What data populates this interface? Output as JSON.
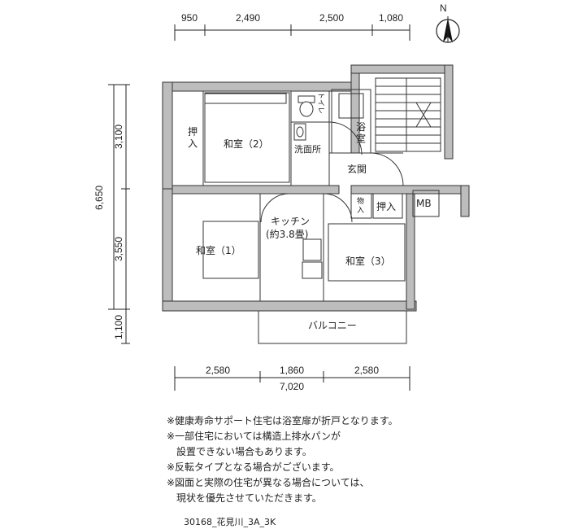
{
  "dimensions": {
    "top": [
      "950",
      "2,490",
      "2,500",
      "1,080"
    ],
    "bottom": [
      "2,580",
      "1,860",
      "2,580"
    ],
    "bottom_total": "7,020",
    "left_total": "6,650",
    "left": [
      "3,100",
      "3,550",
      "1,100"
    ]
  },
  "rooms": {
    "oshiire1": "押\n入",
    "washitsu2": "和室（2）",
    "toilet": "トイレ",
    "senmenjo": "洗面所",
    "yokushitsu": "浴\n室",
    "genkan": "玄関",
    "mono": "物\n入",
    "oshiire2": "押入",
    "mb": "MB",
    "kitchen": "キッチン",
    "kitchen_size": "(約3.8畳)",
    "washitsu1": "和室（1）",
    "washitsu3": "和室（3）",
    "balcony": "バルコニー"
  },
  "compass": {
    "label": "N"
  },
  "notes": [
    "※健康寿命サポート住宅は浴室扉が折戸となります。",
    "※一部住宅においては構造上排水パンが\n設置できない場合もあります。",
    "※反転タイプとなる場合がございます。",
    "※図面と実際の住宅が異なる場合については、\n現状を優先させていただきます。"
  ],
  "plan_code": "30168_花見川_3A_3K"
}
